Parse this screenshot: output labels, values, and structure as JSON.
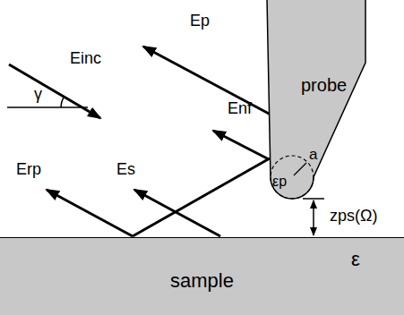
{
  "diagram": {
    "nodes": [
      {
        "text": [
          "probe"
        ]
      },
      {
        "text": [
          "sample",
          "ε"
        ]
      }
    ],
    "labels": [
      "Einc",
      "γ",
      "Ep",
      "Enf",
      "Erp",
      "Es",
      "εp",
      "a",
      "zps(Ω)"
    ]
  }
}
